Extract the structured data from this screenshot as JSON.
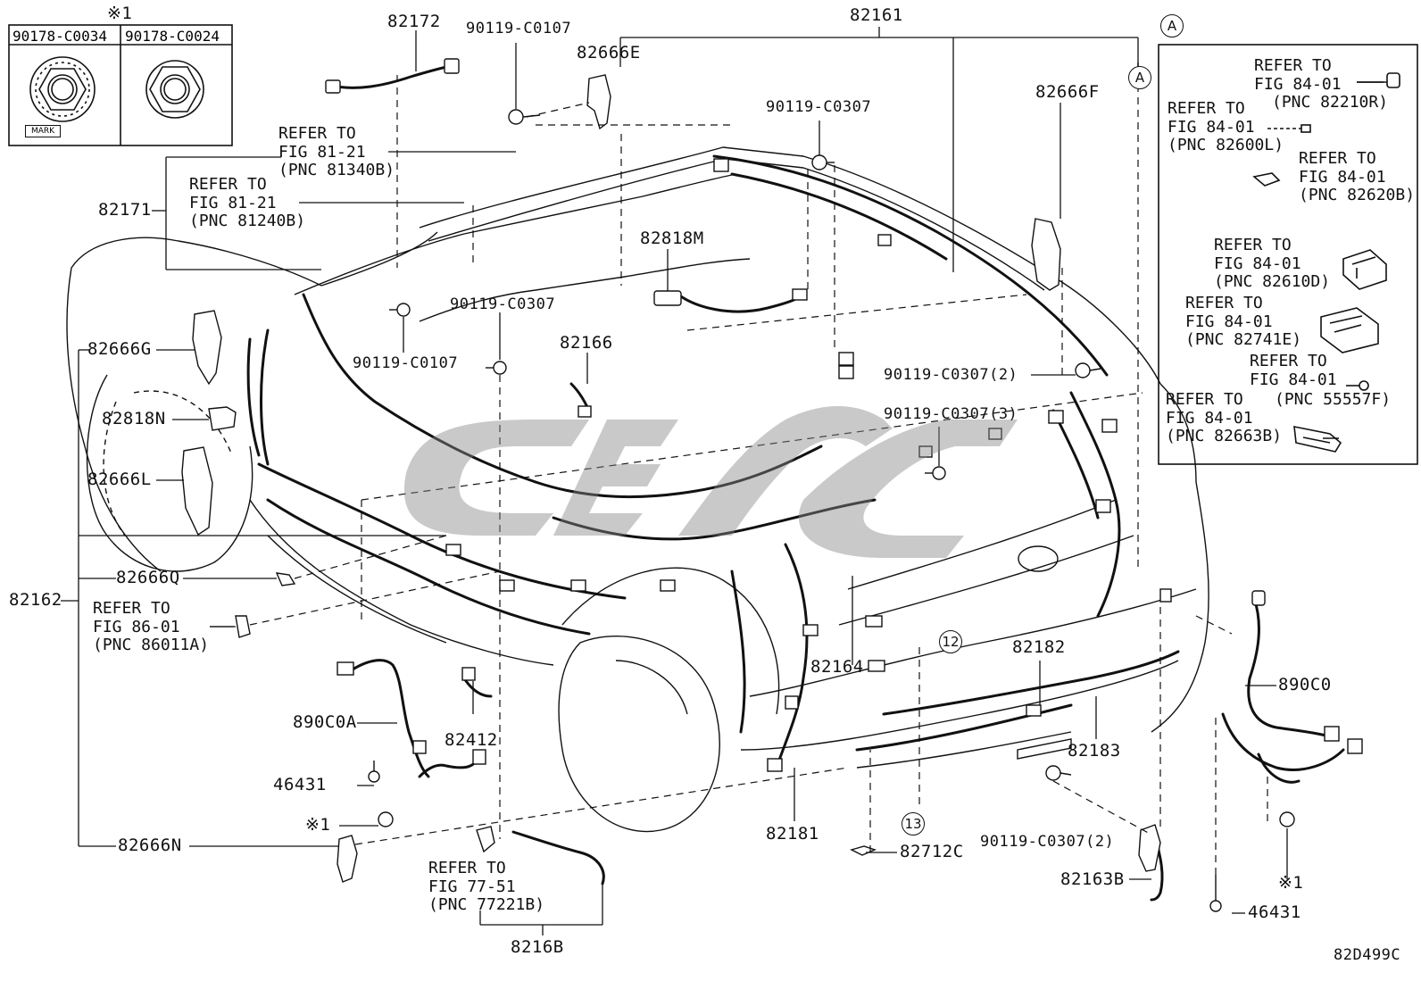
{
  "nut_table": {
    "star_note": "※1",
    "col1": "90178-C0034",
    "col2": "90178-C0024",
    "mark_label": "MARK"
  },
  "inset": {
    "letter": "A",
    "refs": [
      {
        "l1": "REFER TO",
        "l2": "FIG 84-01",
        "l3": "(PNC 82210R)"
      },
      {
        "l1": "REFER TO",
        "l2": "FIG 84-01",
        "l3": "(PNC 82600L)"
      },
      {
        "l1": "REFER TO",
        "l2": "FIG 84-01",
        "l3": "(PNC 82620B)"
      },
      {
        "l1": "REFER TO",
        "l2": "FIG 84-01",
        "l3": "(PNC 82610D)"
      },
      {
        "l1": "REFER TO",
        "l2": "FIG 84-01",
        "l3": "(PNC 82741E)"
      },
      {
        "l1": "REFER TO",
        "l2": "FIG 84-01",
        "l3": "(PNC 55557F)"
      },
      {
        "l1": "REFER TO",
        "l2": "FIG 84-01",
        "l3": "(PNC 82663B)"
      }
    ]
  },
  "refs": {
    "r81340": {
      "l1": "REFER TO",
      "l2": "FIG 81-21",
      "l3": "(PNC 81340B)"
    },
    "r81240": {
      "l1": "REFER TO",
      "l2": "FIG 81-21",
      "l3": "(PNC 81240B)"
    },
    "r86011": {
      "l1": "REFER TO",
      "l2": "FIG 86-01",
      "l3": "(PNC 86011A)"
    },
    "r77221": {
      "l1": "REFER TO",
      "l2": "FIG 77-51",
      "l3": "(PNC 77221B)"
    }
  },
  "parts": {
    "p82172": "82172",
    "p90119_c0107_top": "90119-C0107",
    "p82666E": "82666E",
    "p82161": "82161",
    "p82666F": "82666F",
    "p90119_c0307_top": "90119-C0307",
    "p82171": "82171",
    "p82818M": "82818M",
    "p90119_c0307_mid": "90119-C0307",
    "p82666G": "82666G",
    "p90119_c0107_mid": "90119-C0107",
    "p82166": "82166",
    "p90119_c0307_2a": "90119-C0307(2)",
    "p90119_c0307_3": "90119-C0307(3)",
    "p82818N": "82818N",
    "p82666L": "82666L",
    "p82666Q": "82666Q",
    "p82162": "82162",
    "p82164": "82164",
    "p82182": "82182",
    "p890C0A": "890C0A",
    "p82412": "82412",
    "p890C0": "890C0",
    "p82183": "82183",
    "p46431_left": "46431",
    "star_left": "※1",
    "p82666N": "82666N",
    "p82181": "82181",
    "p82712C": "82712C",
    "p90119_c0307_2b": "90119-C0307(2)",
    "p82163B": "82163B",
    "star_right": "※1",
    "p46431_right": "46431",
    "p8216B": "8216B",
    "circ12": "12",
    "circ13": "13",
    "circA_main": "A",
    "drawing_no": "82D499C"
  }
}
